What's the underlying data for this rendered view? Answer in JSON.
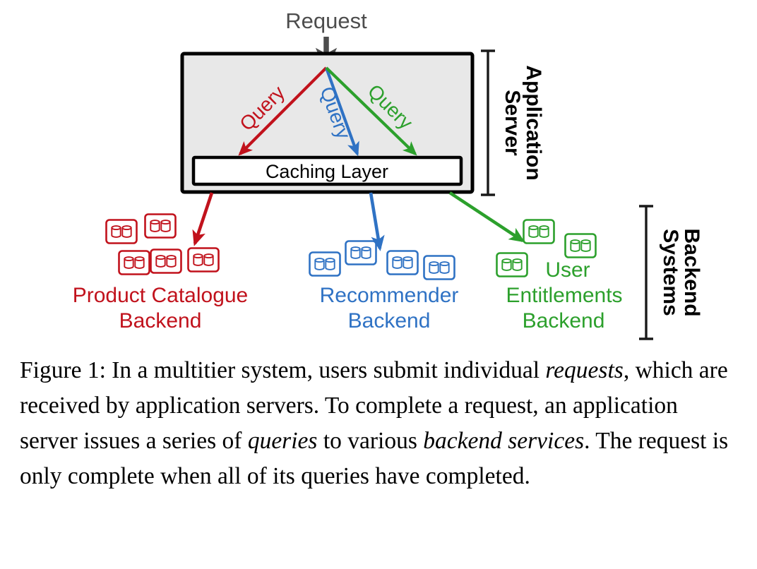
{
  "figure": {
    "request_label": "Request",
    "request_color": "#4d4d4d",
    "app_server_box": {
      "fill": "#e8e8e8",
      "stroke": "#000000",
      "bracket_label_line1": "Application",
      "bracket_label_line2": "Server"
    },
    "caching_layer": {
      "label": "Caching Layer",
      "fill": "#ffffff",
      "stroke": "#000000"
    },
    "backend_bracket": {
      "label_line1": "Backend",
      "label_line2": "Systems"
    },
    "queries": [
      {
        "label": "Query",
        "color": "#c1121c",
        "target": "product-catalogue"
      },
      {
        "label": "Query",
        "color": "#2f72c4",
        "target": "recommender"
      },
      {
        "label": "Query",
        "color": "#2ca02c",
        "target": "user-entitlements"
      }
    ],
    "backends": [
      {
        "id": "product-catalogue",
        "label_line1": "Product Catalogue",
        "label_line2": "Backend",
        "color": "#c1121c",
        "server_count": 5
      },
      {
        "id": "recommender",
        "label_line1": "Recommender",
        "label_line2": "Backend",
        "color": "#2f72c4",
        "server_count": 4
      },
      {
        "id": "user-entitlements",
        "label_line1": "User",
        "label_line2": "Entitlements",
        "label_line3": "Backend",
        "color": "#2ca02c",
        "server_count": 3
      }
    ]
  },
  "caption": {
    "full_text": "Figure 1: In a multitier system, users submit individual requests, which are received by application servers. To complete a request, an application server issues a series of queries to various backend services. The request is only complete when all of its queries have completed.",
    "seg1": "Figure 1: In a multitier system, users submit individual ",
    "em1": "requests",
    "seg2": ", which are received by application servers. To complete a request, an application server issues a series of ",
    "em2": "queries",
    "seg3": " to various ",
    "em3": "backend services",
    "seg4": ". The request is only complete when all of its queries have completed."
  }
}
